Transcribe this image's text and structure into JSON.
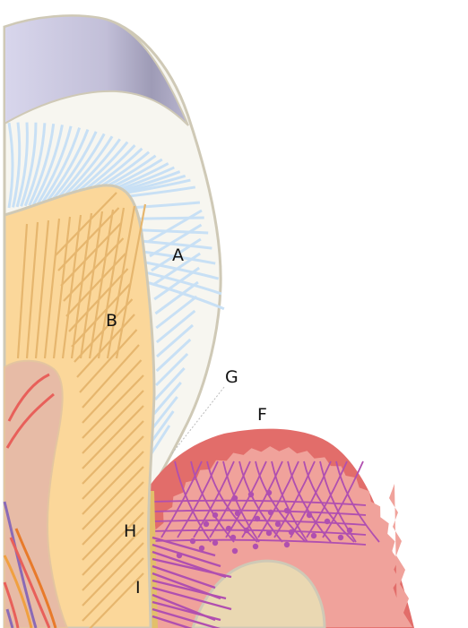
{
  "labels": {
    "A": "A",
    "B": "B",
    "F": "F",
    "G": "G",
    "H": "H",
    "I": "I"
  },
  "colors": {
    "enamel_cap": "#c9c6de",
    "enamel": "#f7f6f0",
    "enamel_rods": "#c8e0f5",
    "dentin": "#fbd79a",
    "dentin_tubules": "#e6b66e",
    "pulp": "#e7bba6",
    "gingiva_outer": "#e26d6a",
    "gingiva_inner": "#f0a29b",
    "fibers": "#b04fb0",
    "bone": "#ead8b2",
    "cementum": "#e2c06a",
    "outline": "#cfc9b6"
  }
}
